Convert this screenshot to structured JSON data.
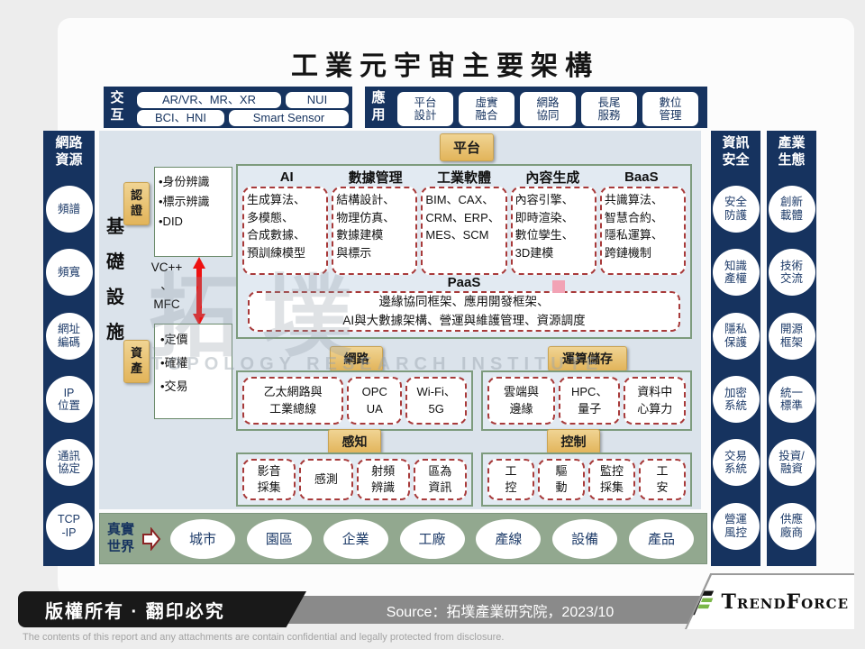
{
  "title": "工業元宇宙主要架構",
  "top": {
    "interaction": {
      "label": "交\n互",
      "items": [
        "AR/VR、MR、XR",
        "NUI",
        "BCI、HNI",
        "Smart Sensor"
      ]
    },
    "application": {
      "label": "應\n用",
      "items": [
        "平台\n設計",
        "虛實\n融合",
        "網路\n協同",
        "長尾\n服務",
        "數位\n管理"
      ]
    }
  },
  "left_sidebar": {
    "title": "網路\n資源",
    "items": [
      "頻譜",
      "頻寬",
      "網址\n編碼",
      "IP\n位置",
      "通訊\n協定",
      "TCP\n-IP"
    ]
  },
  "sidebar_security": {
    "title": "資訊\n安全",
    "items": [
      "安全\n防護",
      "知識\n產權",
      "隱私\n保護",
      "加密\n系統",
      "交易\n系統",
      "營運\n風控"
    ]
  },
  "sidebar_ecosystem": {
    "title": "產業\n生態",
    "items": [
      "創新\n載體",
      "技術\n交流",
      "開源\n框架",
      "統一\n標準",
      "投資/\n融資",
      "供應\n廠商"
    ]
  },
  "infrastructure": {
    "label": "基\n礎\n設\n施",
    "auth_tag": "認\n證",
    "auth_items": "•身份辨識\n•標示辨識\n•DID",
    "bridge_label": "VC++\n、\nMFC",
    "asset_tag": "資\n產",
    "asset_items": "•定價\n•確權\n•交易"
  },
  "platform": {
    "button": "平台",
    "columns": [
      {
        "header": "AI",
        "body": "生成算法、\n多模態、\n合成數據、\n預訓練模型"
      },
      {
        "header": "數據管理",
        "body": "結構設計、\n物理仿真、\n數據建模\n與標示"
      },
      {
        "header": "工業軟體",
        "body": "BIM、CAX、\nCRM、ERP、\nMES、SCM"
      },
      {
        "header": "內容生成",
        "body": "內容引擎、\n即時渲染、\n數位孿生、\n3D建模"
      },
      {
        "header": "BaaS",
        "body": "共識算法、\n智慧合約、\n隱私運算、\n跨鏈機制"
      }
    ],
    "paas_label": "PaaS",
    "paas_body": "邊緣協同框架、應用開發框架、\nAI與大數據架構、營運與維護管理、資源調度"
  },
  "middleware": {
    "network_button": "網路",
    "compute_button": "運算儲存",
    "network_items": [
      "乙太網路與\n工業總線",
      "OPC\nUA",
      "Wi-Fi、\n5G"
    ],
    "compute_items": [
      "雲端與\n邊緣",
      "HPC、\n量子",
      "資料中\n心算力"
    ],
    "sense_button": "感知",
    "control_button": "控制",
    "sense_items": [
      "影音\n採集",
      "感測",
      "射頻\n辨識",
      "區為\n資訊"
    ],
    "control_items": [
      "工\n控",
      "驅\n動",
      "監控\n採集",
      "工\n安"
    ]
  },
  "real_world": {
    "label": "真實\n世界",
    "items": [
      "城市",
      "園區",
      "企業",
      "工廠",
      "產線",
      "設備",
      "產品"
    ]
  },
  "watermark": {
    "cjk": "拓墣",
    "latin": "TOPOLOGY RESEARCH INSTITUTE"
  },
  "footer": {
    "copyright": "版權所有 · 翻印必究",
    "source": "Source：拓墣產業研究院，2023/10",
    "brand": "TrendForce",
    "disclaimer": "The contents of this report and any attachments are contain confidential and legally protected from disclosure."
  },
  "colors": {
    "navy": "#16335f",
    "gold_button": "#e7bd69",
    "dashed_red": "#a83a3a",
    "panel_border_green": "#7d9b7d",
    "sage_green": "#92a88f",
    "brand_green": "#7ab648",
    "pink_marker": "#f2a3b5"
  }
}
